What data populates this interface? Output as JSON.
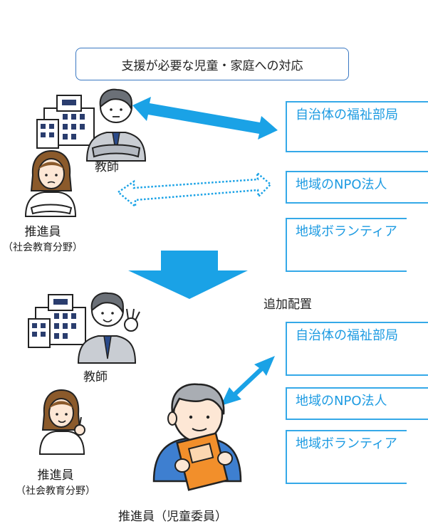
{
  "header_partial": "",
  "top_callout": "支援が必要な児童・家庭への対応",
  "before": {
    "teacher_label": "教師",
    "promoter_label": "推進員",
    "promoter_sub": "（社会教育分野）",
    "agencies": [
      "自治体の福祉部局",
      "地域のNPO法人",
      "地域ボランティア"
    ]
  },
  "after": {
    "added_label": "追加配置",
    "teacher_label": "教師",
    "promoter_label": "推進員",
    "promoter_sub": "（社会教育分野）",
    "child_welfare_label": "推進員（児童委員）",
    "agencies": [
      "自治体の福祉部局",
      "地域のNPO法人",
      "地域ボランティア"
    ]
  },
  "colors": {
    "accent": "#35a9e8",
    "arrow": "#1aa2e6",
    "callout_border": "#3a78c2",
    "shirt": "#3e7fd0"
  }
}
